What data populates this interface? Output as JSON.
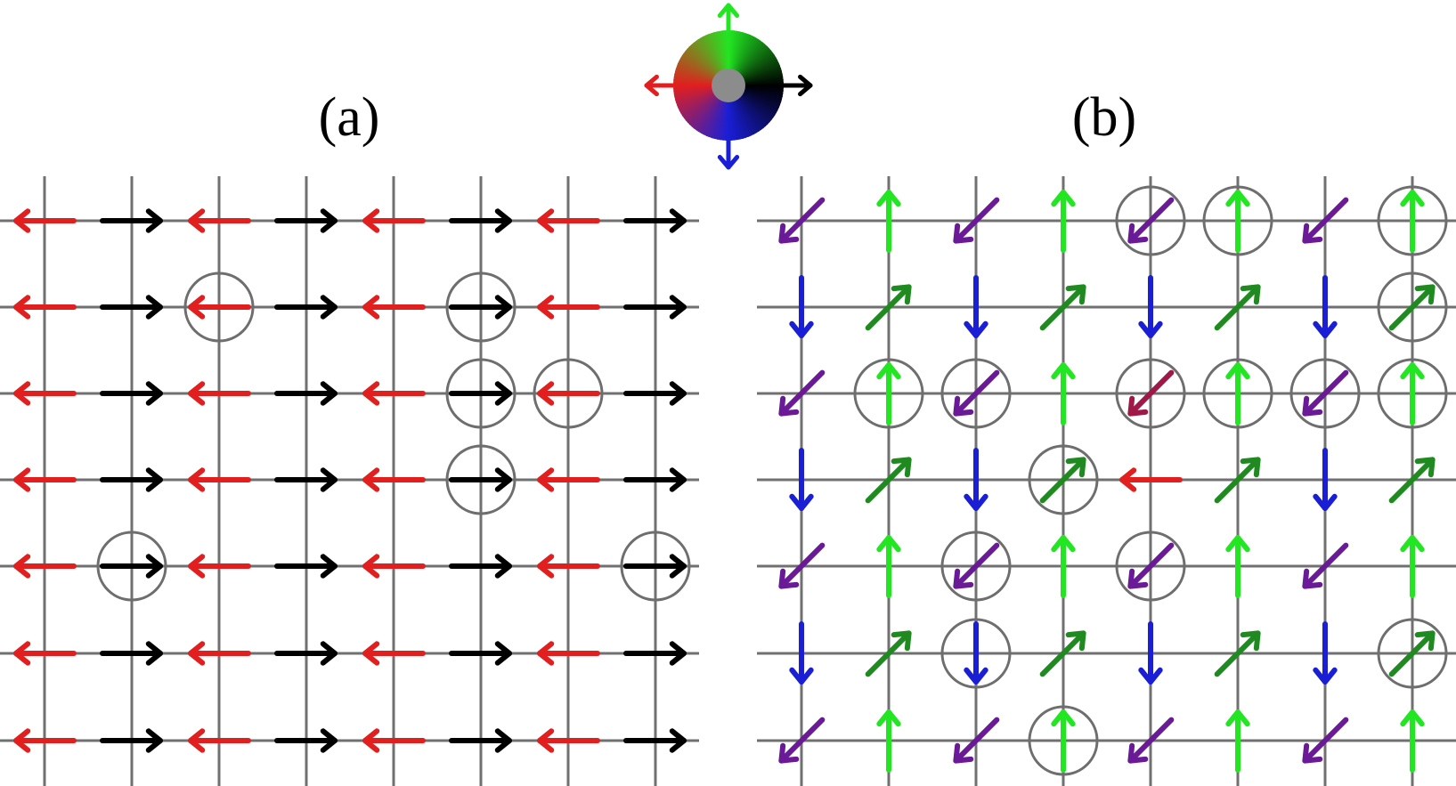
{
  "panels": [
    {
      "label": "(a)",
      "rows": [
        [
          "W",
          "E",
          "W",
          "E",
          "W",
          "E",
          "W",
          "E"
        ],
        [
          "W",
          "E",
          "W",
          "E",
          "W",
          "E",
          "W",
          "E"
        ],
        [
          "W",
          "E",
          "W",
          "E",
          "W",
          "E",
          "W",
          "E"
        ],
        [
          "W",
          "E",
          "W",
          "E",
          "W",
          "E",
          "W",
          "E"
        ],
        [
          "W",
          "E",
          "W",
          "E",
          "W",
          "E",
          "W",
          "E"
        ],
        [
          "W",
          "E",
          "W",
          "E",
          "W",
          "E",
          "W",
          "E"
        ],
        [
          "W",
          "E",
          "W",
          "E",
          "W",
          "E",
          "W",
          "E"
        ]
      ],
      "circled": [
        [
          1,
          2
        ],
        [
          1,
          5
        ],
        [
          2,
          5
        ],
        [
          2,
          6
        ],
        [
          3,
          5
        ],
        [
          4,
          1
        ],
        [
          4,
          7
        ]
      ]
    },
    {
      "label": "(b)",
      "rows": [
        [
          "SW",
          "N",
          "SW",
          "N",
          "SW",
          "N",
          "SW",
          "N"
        ],
        [
          "S",
          "NE",
          "S",
          "NE",
          "S",
          "NE",
          "S",
          "NE"
        ],
        [
          "SW",
          "N",
          "SW",
          "N",
          "SW",
          "N",
          "SW",
          "N"
        ],
        [
          "S",
          "NE",
          "S",
          "NE",
          "W",
          "NE",
          "S",
          "NE"
        ],
        [
          "SW",
          "N",
          "SW",
          "N",
          "SW",
          "N",
          "SW",
          "N"
        ],
        [
          "S",
          "NE",
          "S",
          "NE",
          "S",
          "NE",
          "S",
          "NE"
        ],
        [
          "SW",
          "N",
          "SW",
          "N",
          "SW",
          "N",
          "SW",
          "N"
        ]
      ],
      "circled": [
        [
          0,
          4
        ],
        [
          0,
          5
        ],
        [
          0,
          7
        ],
        [
          1,
          7
        ],
        [
          2,
          1
        ],
        [
          2,
          2
        ],
        [
          2,
          4
        ],
        [
          2,
          5
        ],
        [
          2,
          6
        ],
        [
          2,
          7
        ],
        [
          3,
          3
        ],
        [
          4,
          2
        ],
        [
          4,
          4
        ],
        [
          5,
          2
        ],
        [
          5,
          7
        ],
        [
          6,
          3
        ]
      ]
    }
  ],
  "direction_colors": {
    "E": "#000000",
    "W": "#e11f1f",
    "N": "#22e622",
    "S": "#1a1fd6",
    "NE": "#1f8a1f",
    "SW": "#6a1a96"
  },
  "row_2_column_4_override_color": "#a01848",
  "color_wheel": {
    "east": "#000000",
    "north": "#22e622",
    "west": "#e11f1f",
    "south": "#1a1fd6",
    "center": "#8c8c8c"
  },
  "grid_color": "#707070"
}
